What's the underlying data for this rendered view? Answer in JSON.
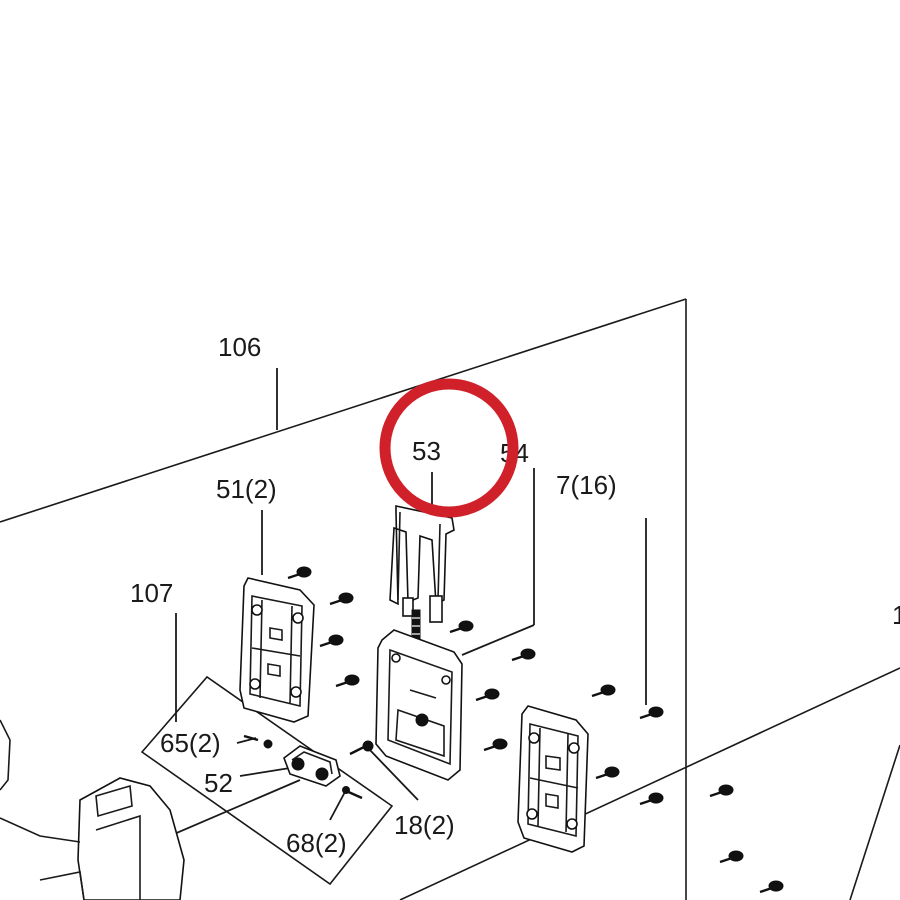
{
  "labels": {
    "l106": "106",
    "l53": "53",
    "l54": "54",
    "l7_16": "7(16)",
    "l51_2": "51(2)",
    "l107": "107",
    "l65_2": "65(2)",
    "l52": "52",
    "l68_2": "68(2)",
    "l18_2": "18(2)",
    "l_edge": "1"
  },
  "highlight": {
    "color": "#d0202a",
    "target": "53"
  },
  "colors": {
    "line": "#1a1a1a",
    "background": "#ffffff"
  }
}
